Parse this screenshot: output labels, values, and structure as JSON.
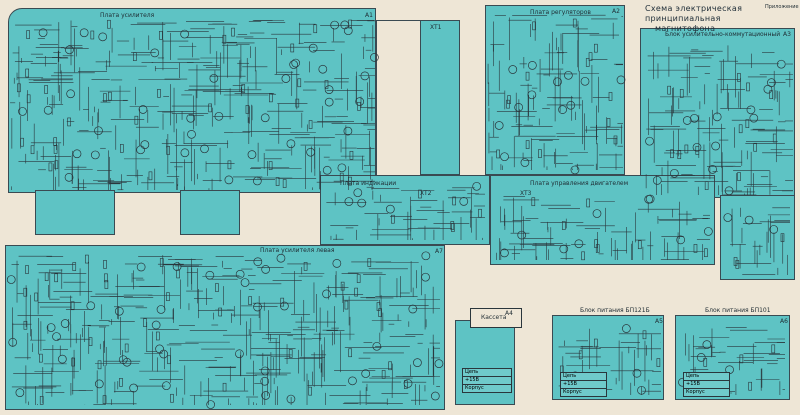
{
  "title": {
    "line1": "Схема электрическая принципиальная",
    "line2": "магнитофона",
    "appendix": "Приложение"
  },
  "colors": {
    "board": "#5ec3c4",
    "paper": "#eee6d6",
    "ink": "#2a363c"
  },
  "blocks": {
    "amp_board": "Плата усилителя",
    "reg_board": "Плата регуляторов",
    "unit_amp_comm": "Блок усилительно-коммутационный",
    "amp_board_left": "Плата усилителя левая",
    "cassette": "Кассета",
    "psu1": "Блок питания БП121Б",
    "psu2": "Блок питания БП101",
    "panel": "Плата индикации",
    "motor_board": "Плата управления двигателем"
  },
  "table_rows": [
    "Цепь",
    "+15В",
    "Корпус"
  ],
  "ref_labels": [
    "А1",
    "А2",
    "А3",
    "А4",
    "А5",
    "А6",
    "А7",
    "XT1",
    "XT2",
    "XT3"
  ]
}
